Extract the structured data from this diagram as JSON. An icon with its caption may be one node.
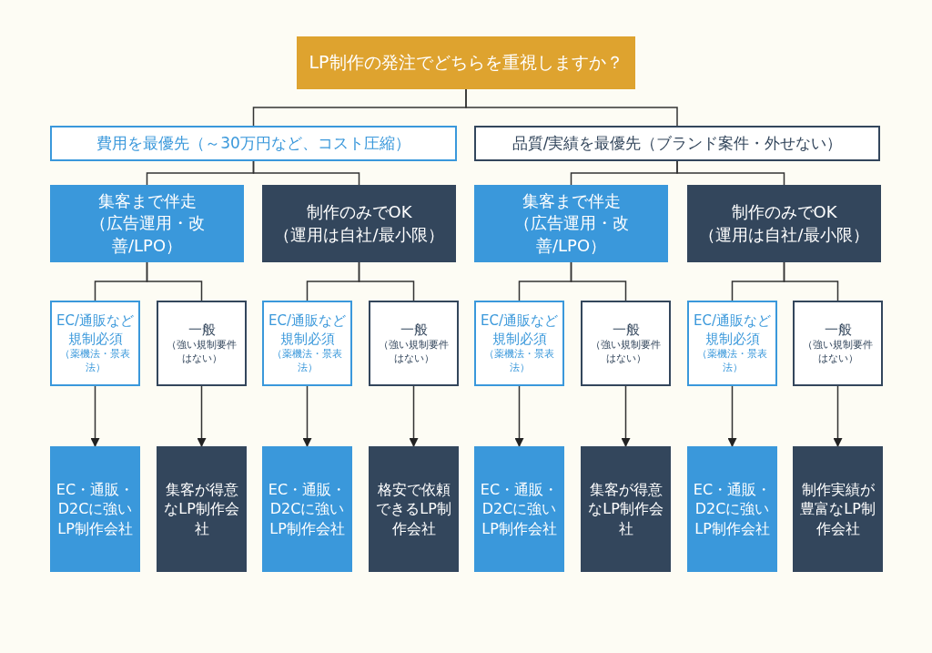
{
  "diagram": {
    "nodes": [
      {
        "text": [
          "LP制作の発注でどちらを重視しますか？"
        ]
      },
      {
        "text": [
          "費用を最優先（～30万円など、コスト圧縮）"
        ]
      },
      {
        "text": [
          "品質/実績を最優先（ブランド案件・外せない）"
        ]
      },
      {
        "text": [
          "集客まで伴走",
          "（広告運用・改善/LPO）"
        ]
      },
      {
        "text": [
          "制作のみでOK",
          "（運用は自社/最小限）"
        ]
      },
      {
        "text": [
          "集客まで伴走",
          "（広告運用・改善/LPO）"
        ]
      },
      {
        "text": [
          "制作のみでOK",
          "（運用は自社/最小限）"
        ]
      },
      {
        "text": [
          "EC/通販など規制必須",
          "（薬機法・景表法）"
        ]
      },
      {
        "text": [
          "一般",
          "（強い規制要件はない）"
        ]
      },
      {
        "text": [
          "EC/通販など規制必須",
          "（薬機法・景表法）"
        ]
      },
      {
        "text": [
          "一般",
          "（強い規制要件はない）"
        ]
      },
      {
        "text": [
          "EC/通販など規制必須",
          "（薬機法・景表法）"
        ]
      },
      {
        "text": [
          "一般",
          "（強い規制要件はない）"
        ]
      },
      {
        "text": [
          "EC/通販など規制必須",
          "（薬機法・景表法）"
        ]
      },
      {
        "text": [
          "一般",
          "（強い規制要件はない）"
        ]
      },
      {
        "text": [
          "EC・通販・D2Cに強いLP制作会社"
        ]
      },
      {
        "text": [
          "集客が得意なLP制作会社"
        ]
      },
      {
        "text": [
          "EC・通販・D2Cに強いLP制作会社"
        ]
      },
      {
        "text": [
          "格安で依頼できるLP制作会社"
        ]
      },
      {
        "text": [
          "EC・通販・D2Cに強いLP制作会社"
        ]
      },
      {
        "text": [
          "集客が得意なLP制作会社"
        ]
      },
      {
        "text": [
          "EC・通販・D2Cに強いLP制作会社"
        ]
      },
      {
        "text": [
          "制作実績が豊富なLP制作会社"
        ]
      }
    ],
    "edges": [
      {
        "from": 0,
        "to": 1,
        "arrow": "none"
      },
      {
        "from": 0,
        "to": 2,
        "arrow": "none"
      },
      {
        "from": 1,
        "to": 3,
        "arrow": "none"
      },
      {
        "from": 1,
        "to": 4,
        "arrow": "none"
      },
      {
        "from": 2,
        "to": 5,
        "arrow": "none"
      },
      {
        "from": 2,
        "to": 6,
        "arrow": "none"
      },
      {
        "from": 3,
        "to": 7,
        "arrow": "none"
      },
      {
        "from": 3,
        "to": 8,
        "arrow": "none"
      },
      {
        "from": 4,
        "to": 9,
        "arrow": "none"
      },
      {
        "from": 4,
        "to": 10,
        "arrow": "none"
      },
      {
        "from": 5,
        "to": 11,
        "arrow": "none"
      },
      {
        "from": 5,
        "to": 12,
        "arrow": "none"
      },
      {
        "from": 6,
        "to": 13,
        "arrow": "none"
      },
      {
        "from": 6,
        "to": 14,
        "arrow": "none"
      },
      {
        "from": 7,
        "to": 15,
        "arrow": "to"
      },
      {
        "from": 8,
        "to": 16,
        "arrow": "to"
      },
      {
        "from": 9,
        "to": 17,
        "arrow": "to"
      },
      {
        "from": 10,
        "to": 18,
        "arrow": "to"
      },
      {
        "from": 11,
        "to": 19,
        "arrow": "to"
      },
      {
        "from": 12,
        "to": 20,
        "arrow": "to"
      },
      {
        "from": 13,
        "to": 21,
        "arrow": "to"
      },
      {
        "from": 14,
        "to": 22,
        "arrow": "to"
      }
    ]
  }
}
